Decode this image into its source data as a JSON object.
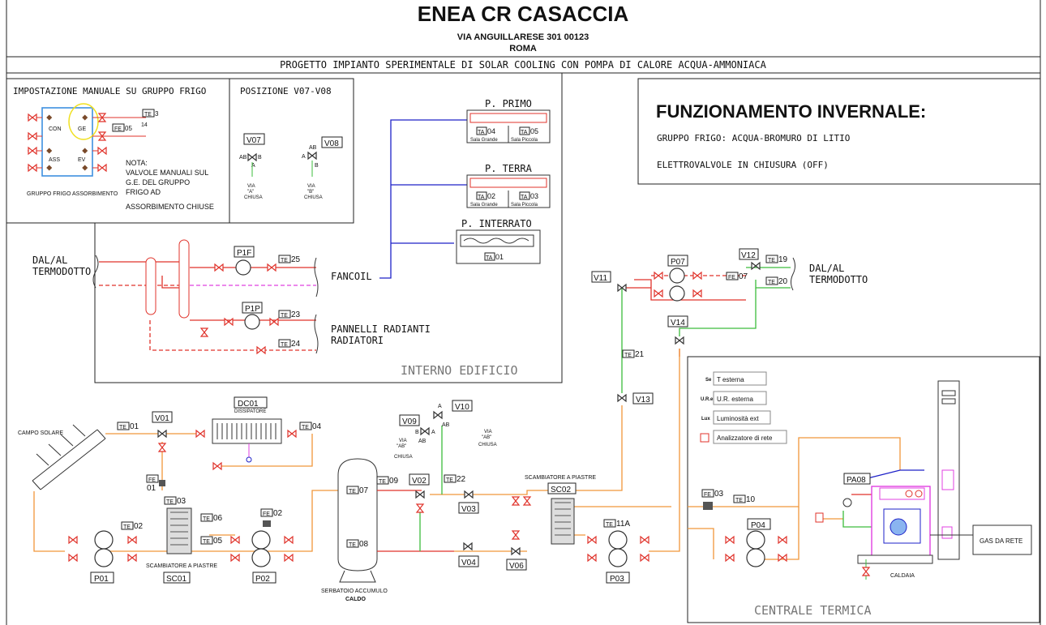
{
  "header": {
    "title": "ENEA CR CASACCIA",
    "address": "VIA ANGUILLARESE 301 00123",
    "city": "ROMA",
    "project": "PROGETTO IMPIANTO SPERIMENTALE DI SOLAR COOLING CON POMPA DI CALORE ACQUA-AMMONIACA"
  },
  "mode_panel": {
    "title": "FUNZIONAMENTO INVERNALE:",
    "line1": "GRUPPO FRIGO: ACQUA-BROMURO DI LITIO",
    "line2": "ELETTROVALVOLE IN CHIUSURA (OFF)"
  },
  "manual_panel": {
    "title": "IMPOSTAZIONE MANUALE SU GRUPPO FRIGO",
    "labels": {
      "con": "CON",
      "ge": "GE",
      "ass": "ASS",
      "ev": "EV"
    },
    "caption": "GRUPPO FRIGO ASSORBIMENTO",
    "note": [
      "NOTA:",
      "VALVOLE MANUALI SUL",
      "G.E. DEL GRUPPO",
      "FRIGO AD",
      "ASSORBIMENTO CHIUSE"
    ],
    "sensors": {
      "fe05": "05",
      "te3": "3",
      "n14": "14"
    }
  },
  "position_panel": {
    "title": "POSIZIONE V07-V08",
    "v07": {
      "tag": "V07",
      "left": "AB",
      "right": "B",
      "bottom": "A",
      "via": "VIA",
      "way": "\"A\"",
      "state": "CHIUSA"
    },
    "v08": {
      "tag": "V08",
      "top": "AB",
      "left": "A",
      "bottom": "B",
      "via": "VIA",
      "way": "\"B\"",
      "state": "CHIUSA"
    }
  },
  "building": {
    "label": "INTERNO EDIFICIO",
    "inlet": [
      "DAL/AL",
      "TERMODOTTO"
    ],
    "fancoil": "FANCOIL",
    "radiant": [
      "PANNELLI RADIANTI",
      "RADIATORI"
    ],
    "p1f": "P1F",
    "p1p": "P1P",
    "te25": "25",
    "te23": "23",
    "te24": "24"
  },
  "floors": {
    "primo": {
      "title": "P. PRIMO",
      "ta_a": "04",
      "ta_b": "05",
      "room_a": "Sala Grande",
      "room_b": "Sala Piccola"
    },
    "terra": {
      "title": "P. TERRA",
      "ta_a": "02",
      "ta_b": "03",
      "room_a": "Sala Grande",
      "room_b": "Sala Piccola"
    },
    "interrato": {
      "title": "P. INTERRATO",
      "ta": "01"
    }
  },
  "right_side": {
    "v11": "V11",
    "v12": "V12",
    "v13": "V13",
    "v14": "V14",
    "p07": "P07",
    "te19": "19",
    "te20": "20",
    "fe07": "07",
    "te21": "21",
    "outlet": [
      "DAL/AL",
      "TERMODOTTO"
    ]
  },
  "solar": {
    "campo": "CAMPO SOLARE",
    "te01": "01",
    "te02": "02",
    "te03": "03",
    "te04": "04",
    "te05": "05",
    "te06": "06",
    "fe01": "01",
    "fe02": "02",
    "v01": "V01",
    "dc01": "DC01",
    "dissipatore": "DISSIPATORE",
    "p01": "P01",
    "p02": "P02",
    "sc01": "SC01",
    "scambiatore": "SCAMBIATORE A PIASTRE"
  },
  "tank": {
    "te07": "07",
    "te08": "08",
    "te09": "09",
    "caption": "SERBATOIO ACCUMULO",
    "caption2": "CALDO"
  },
  "middle": {
    "v02": "V02",
    "v03": "V03",
    "v04": "V04",
    "v06": "V06",
    "v09": "V09",
    "v10": "V10",
    "te22": "22",
    "sc02": "SC02",
    "scambiatore": "SCAMBIATORE A PIASTRE",
    "p03": "P03",
    "te11a": "11A",
    "v09_lbl": {
      "a": "A",
      "b": "B",
      "ab": "AB",
      "via": "VIA",
      "way": "\"AB\"",
      "state": "CHIUSA"
    },
    "v10_lbl": {
      "a": "A",
      "ab": "AB",
      "via": "VIA",
      "way": "\"AB\"",
      "state": "CHIUSA"
    }
  },
  "central": {
    "label": "CENTRALE TERMICA",
    "legend": [
      {
        "key": "Se",
        "text": "T esterna"
      },
      {
        "key": "U.R.e",
        "text": "U.R. esterna"
      },
      {
        "key": "Lux",
        "text": "Luminosità ext"
      },
      {
        "key": "",
        "text": "Analizzatore di rete"
      }
    ],
    "fe03": "03",
    "te10": "10",
    "p04": "P04",
    "pa08": "PA08",
    "caldaia": "CALDAIA",
    "gas": "GAS DA RETE"
  },
  "prefix": {
    "te": "TE",
    "fe": "FE",
    "ta": "TA"
  },
  "colors": {
    "red": "#e0332b",
    "orange": "#f0963a",
    "green": "#3cbc3c",
    "blue": "#1e22c8",
    "magenta": "#e040e0"
  }
}
